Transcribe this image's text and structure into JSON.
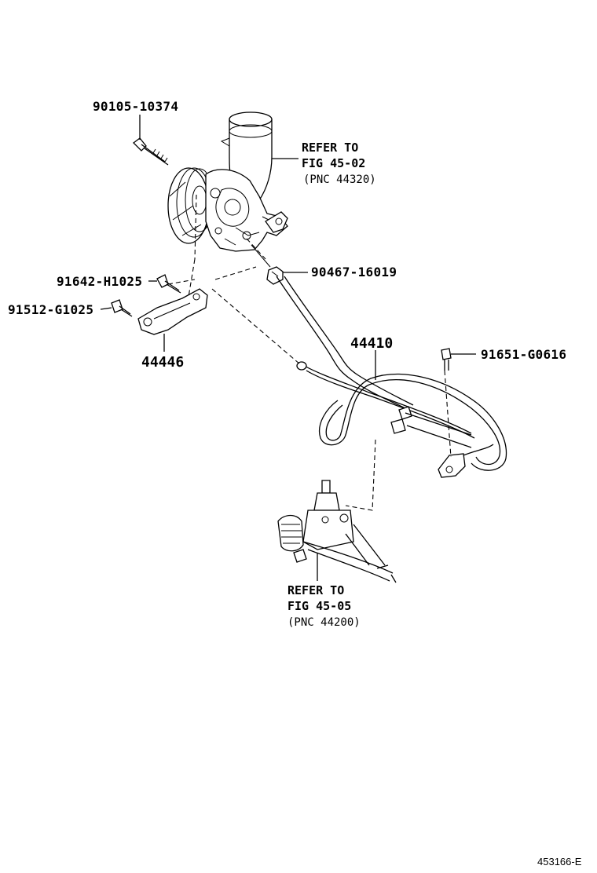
{
  "parts": {
    "bolt_pump": "90105-10374",
    "bolt_bracket_upper": "91642-H1025",
    "bolt_bracket_lower": "91512-G1025",
    "bracket": "44446",
    "clamp": "90467-16019",
    "hose_tube": "44410",
    "bolt_clamp": "91651-G0616"
  },
  "refs": {
    "reservoir": {
      "line1": "REFER TO",
      "line2": "FIG 45-02",
      "pnc": "(PNC 44320)"
    },
    "gear": {
      "line1": "REFER TO",
      "line2": "FIG 45-05",
      "pnc": "(PNC 44200)"
    }
  },
  "diagram_code": "453166-E"
}
